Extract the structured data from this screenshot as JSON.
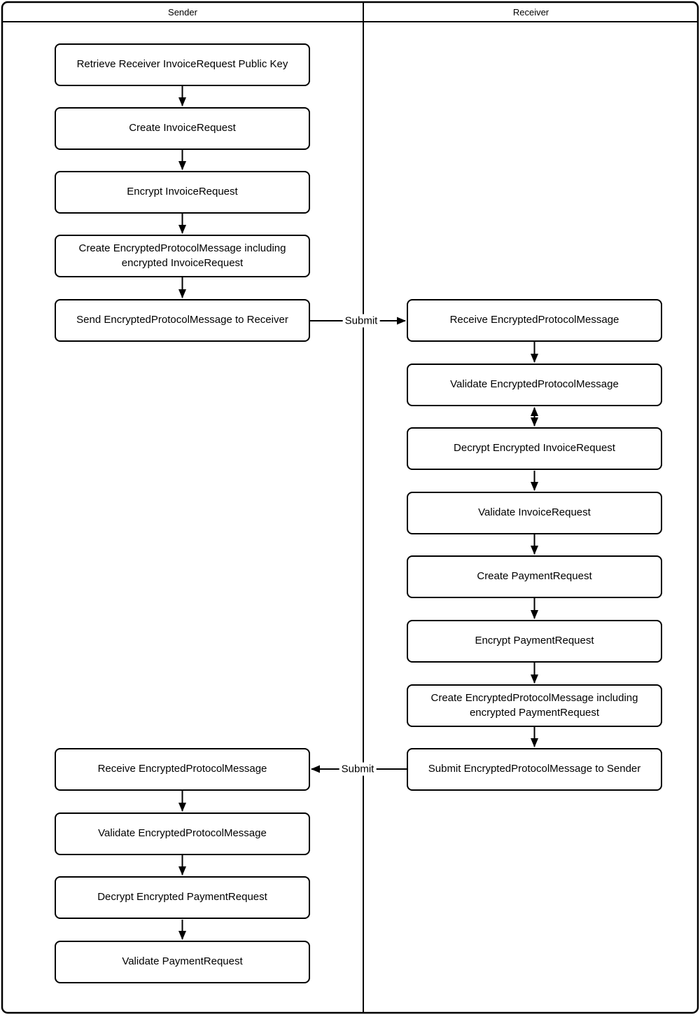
{
  "lanes": {
    "sender": {
      "label": "Sender"
    },
    "receiver": {
      "label": "Receiver"
    }
  },
  "nodes": {
    "s1": {
      "lane": "sender",
      "label": "Retrieve Receiver InvoiceRequest Public Key"
    },
    "s2": {
      "lane": "sender",
      "label": "Create InvoiceRequest"
    },
    "s3": {
      "lane": "sender",
      "label": "Encrypt InvoiceRequest"
    },
    "s4": {
      "lane": "sender",
      "label": "Create EncryptedProtocolMessage including encrypted InvoiceRequest"
    },
    "s5": {
      "lane": "sender",
      "label": "Send EncryptedProtocolMessage to Receiver"
    },
    "r1": {
      "lane": "receiver",
      "label": "Receive EncryptedProtocolMessage"
    },
    "r2": {
      "lane": "receiver",
      "label": "Validate EncryptedProtocolMessage"
    },
    "r3": {
      "lane": "receiver",
      "label": "Decrypt Encrypted InvoiceRequest"
    },
    "r4": {
      "lane": "receiver",
      "label": "Validate InvoiceRequest"
    },
    "r5": {
      "lane": "receiver",
      "label": "Create PaymentRequest"
    },
    "r6": {
      "lane": "receiver",
      "label": "Encrypt PaymentRequest"
    },
    "r7": {
      "lane": "receiver",
      "label": "Create EncryptedProtocolMessage including encrypted PaymentRequest"
    },
    "r8": {
      "lane": "receiver",
      "label": "Submit EncryptedProtocolMessage to Sender"
    },
    "s6": {
      "lane": "sender",
      "label": "Receive EncryptedProtocolMessage"
    },
    "s7": {
      "lane": "sender",
      "label": "Validate EncryptedProtocolMessage"
    },
    "s8": {
      "lane": "sender",
      "label": "Decrypt Encrypted PaymentRequest"
    },
    "s9": {
      "lane": "sender",
      "label": "Validate PaymentRequest"
    }
  },
  "connectors": {
    "submit_to_receiver": {
      "label": "Submit",
      "from": "s5",
      "to": "r1",
      "direction": "right"
    },
    "submit_to_sender": {
      "label": "Submit",
      "from": "r8",
      "to": "s6",
      "direction": "left"
    }
  },
  "colors": {
    "stroke": "#000000",
    "background": "#ffffff"
  }
}
